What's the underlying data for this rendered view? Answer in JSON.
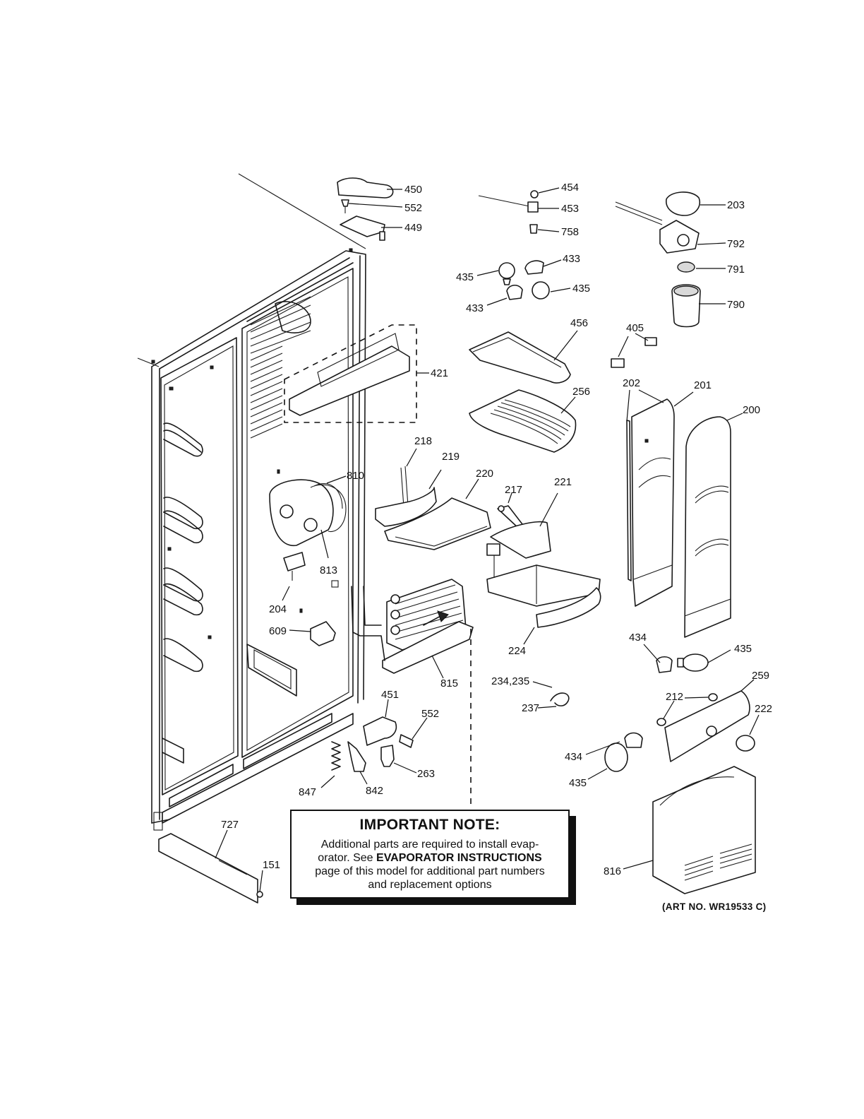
{
  "callouts": {
    "c450": "450",
    "c552a": "552",
    "c449": "449",
    "c454": "454",
    "c453": "453",
    "c758": "758",
    "c433a": "433",
    "c435a": "435",
    "c435b": "435",
    "c433b": "433",
    "c203": "203",
    "c792": "792",
    "c791": "791",
    "c790": "790",
    "c456": "456",
    "c405": "405",
    "c421": "421",
    "c256": "256",
    "c202": "202",
    "c201": "201",
    "c200": "200",
    "c218": "218",
    "c219": "219",
    "c220": "220",
    "c217": "217",
    "c221": "221",
    "c810": "810",
    "c813": "813",
    "c204": "204",
    "c609": "609",
    "c815": "815",
    "c224": "224",
    "c434a": "434",
    "c435c": "435",
    "c259": "259",
    "c212": "212",
    "c222": "222",
    "c234": "234,235",
    "c237": "237",
    "c451": "451",
    "c552b": "552",
    "c263": "263",
    "c847": "847",
    "c842": "842",
    "c434b": "434",
    "c435d": "435",
    "c727": "727",
    "c151": "151",
    "c816": "816"
  },
  "note": {
    "title": "IMPORTANT NOTE:",
    "line1": "Additional parts are required to install evap-",
    "line2_pre": "orator.  See ",
    "line2_bold": "EVAPORATOR INSTRUCTIONS",
    "line3": "page of this model for additional part numbers",
    "line4": "and replacement options"
  },
  "art_no": "(ART NO. WR19533 C)"
}
